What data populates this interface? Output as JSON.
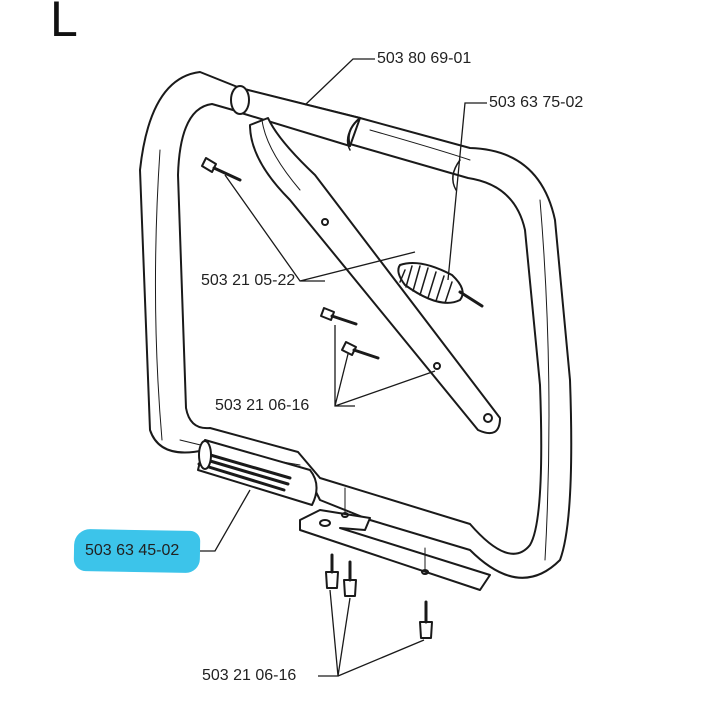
{
  "section_letter": "L",
  "labels": [
    {
      "id": "handle-grip",
      "text": "503 80 69-01"
    },
    {
      "id": "spring",
      "text": "503 63 75-02"
    },
    {
      "id": "screw-upper",
      "text": "503 21 05-22"
    },
    {
      "id": "screw-middle",
      "text": "503 21 06-16"
    },
    {
      "id": "rubber-sleeve",
      "text": "503 63 45-02",
      "highlighted": true
    },
    {
      "id": "screw-lower",
      "text": "503 21 06-16"
    }
  ],
  "colors": {
    "highlight": "#3cc4ea",
    "line": "#1a1a1a"
  }
}
